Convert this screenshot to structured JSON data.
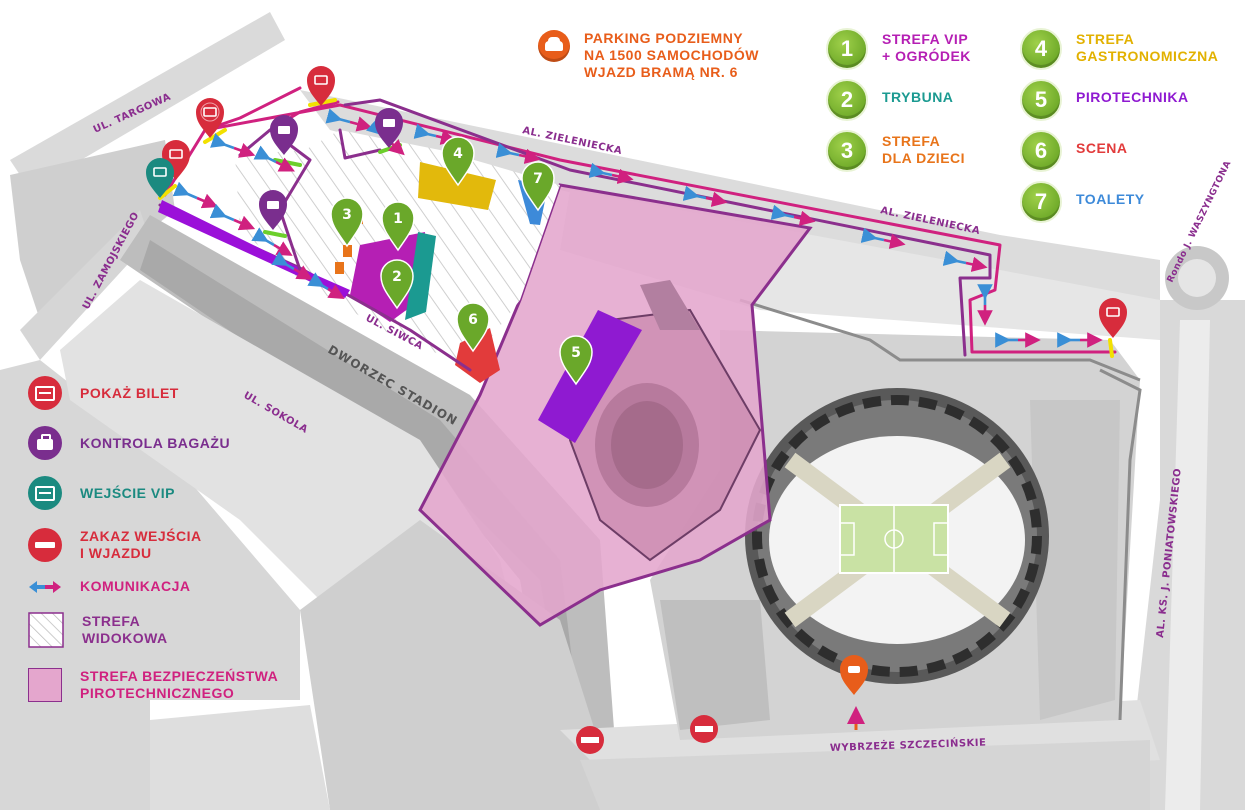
{
  "colors": {
    "magenta": "#d0217f",
    "purple": "#7a2e8e",
    "violet_zone": "#9b10d9",
    "teal": "#1b8a80",
    "red": "#d72c3c",
    "orange": "#e85d1a",
    "yellow_zone": "#e2b90c",
    "green_pin": "#6aa82a",
    "blue": "#3a8fd6",
    "pink_zone": "#e4a6cd"
  },
  "parking": {
    "icon": "car-icon",
    "line1": "PARKING PODZIEMNY",
    "line2": "NA 1500 SAMOCHODÓW",
    "line3": "WJAZD BRAMĄ NR. 6"
  },
  "zones": [
    {
      "num": "1",
      "line1": "STREFA VIP",
      "line2": "+ OGRÓDEK",
      "color": "#b51fb4"
    },
    {
      "num": "2",
      "line1": "TRYBUNA",
      "line2": "",
      "color": "#1b9a91"
    },
    {
      "num": "3",
      "line1": "STREFA",
      "line2": "DLA DZIECI",
      "color": "#e8741a"
    },
    {
      "num": "4",
      "line1": "STREFA",
      "line2": "GASTRONOMICZNA",
      "color": "#e2b100"
    },
    {
      "num": "5",
      "line1": "PIROTECHNIKA",
      "line2": "",
      "color": "#8f1ad1"
    },
    {
      "num": "6",
      "line1": "SCENA",
      "line2": "",
      "color": "#e23b3b"
    },
    {
      "num": "7",
      "line1": "TOALETY",
      "line2": "",
      "color": "#3d8ad9"
    }
  ],
  "legend": {
    "show_ticket": "POKAŻ BILET",
    "baggage": "KONTROLA BAGAŻU",
    "vip_entry": "WEJŚCIE VIP",
    "no_entry_1": "ZAKAZ WEJŚCIA",
    "no_entry_2": "I WJAZDU",
    "communication": "KOMUNIKACJA",
    "view_zone_1": "STREFA",
    "view_zone_2": "WIDOKOWA",
    "safety_zone_1": "STREFA BEZPIECZEŃSTWA",
    "safety_zone_2": "PIROTECHNICZNEGO"
  },
  "streets": {
    "targowa": "UL. TARGOWA",
    "zamojskiego": "UL. ZAMOJSKIEGO",
    "zieleniecka_1": "AL. ZIELENIECKA",
    "zieleniecka_2": "AL. ZIELENIECKA",
    "siwca": "UL. SIWCA",
    "dworzec": "DWORZEC STADION",
    "sokola": "UL. SOKOLA",
    "rondo": "Rondo J. WASZYNGTONA",
    "poniatowskiego": "AL. KS. J. PONIATOWSKIEGO",
    "wybrzeze": "WYBRZEŻE SZCZECIŃSKIE"
  },
  "icons": {
    "ticket": "ticket-icon",
    "baggage": "baggage-icon",
    "vip": "vip-ticket-icon",
    "no_entry": "no-entry-icon",
    "arrows": "double-arrow-icon"
  }
}
